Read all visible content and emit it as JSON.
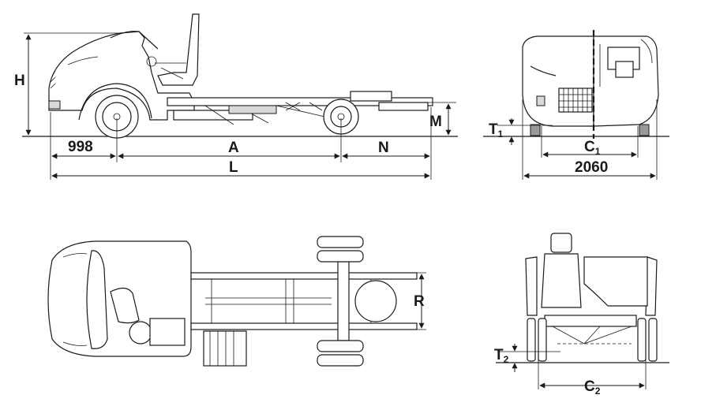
{
  "labels": {
    "H": "H",
    "M": "M",
    "front_overhang": "998",
    "A": "A",
    "N": "N",
    "L": "L",
    "T1_main": "T",
    "T1_sub": "1",
    "C1_main": "C",
    "C1_sub": "1",
    "overall_width": "2060",
    "R": "R",
    "T2_main": "T",
    "T2_sub": "2",
    "C2_main": "C",
    "C2_sub": "2"
  },
  "colors": {
    "ink": "#1a1a1a",
    "background": "#ffffff"
  }
}
